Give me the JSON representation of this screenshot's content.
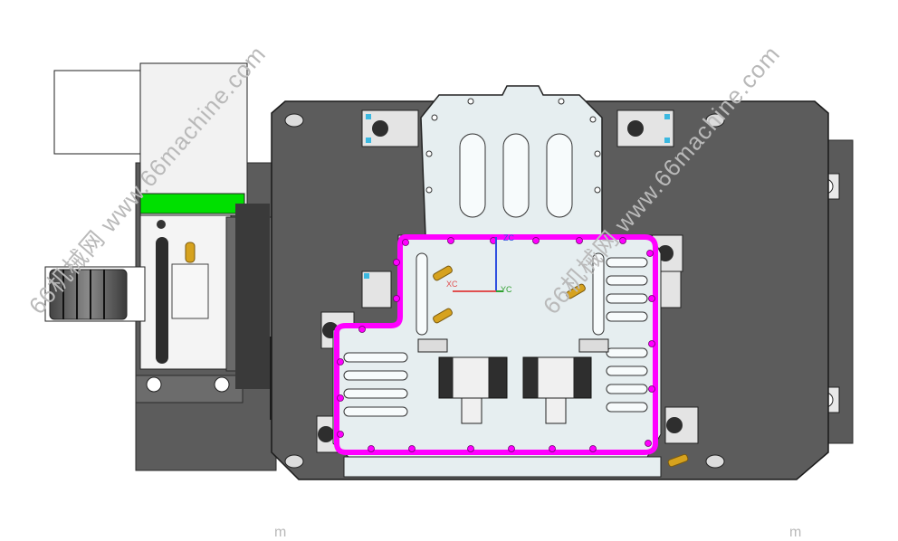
{
  "watermark": {
    "text": "66机械网 www.66machine.com",
    "fragment": "m",
    "color": "#b9b9b9"
  },
  "axes": {
    "x_label": "XC",
    "y_label": "YC",
    "z_label": "ZC",
    "x_color": "#e05050",
    "y_color": "#30a030",
    "z_color": "#3050e0"
  },
  "colors": {
    "gasket_highlight": "#ff00ff",
    "indicator_green": "#00e000",
    "fixture_plate": "#5c5c5c",
    "part_body": "#e6eef0"
  }
}
